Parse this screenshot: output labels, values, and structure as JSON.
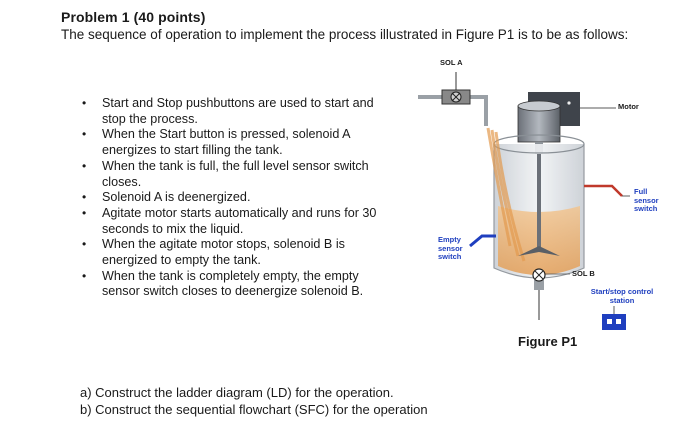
{
  "problem": {
    "title": "Problem 1 (40 points)",
    "intro": "The sequence of operation to implement the process illustrated in Figure P1 is to be as follows:"
  },
  "steps": [
    "Start and Stop pushbuttons are used to start and stop the process.",
    "When the Start button is pressed, solenoid A energizes to start filling the tank.",
    "When the tank is full, the full level sensor switch closes.",
    "Solenoid A is deenergized.",
    "Agitate motor starts automatically and runs for 30 seconds to mix the liquid.",
    "When the agitate motor stops, solenoid B is energized to empty the tank.",
    "When the tank is completely empty, the empty sensor switch closes to deenergize solenoid B."
  ],
  "bullet_symbol": "•",
  "figure": {
    "sol_a": "SOL A",
    "motor": "Motor",
    "full_sensor": "Full sensor switch",
    "empty_sensor": "Empty sensor switch",
    "sol_b": "SOL B",
    "station": "Start/stop control station",
    "caption": "Figure P1"
  },
  "questions": [
    "a) Construct the ladder diagram (LD) for the operation.",
    "b) Construct the sequential flowchart (SFC) for the operation"
  ],
  "colors": {
    "text": "#1a1a1a",
    "sensor_blue": "#1f3fbf",
    "liquid": "#e8a25a",
    "tank": "#d9dde2",
    "pipe_red": "#c0392b"
  }
}
